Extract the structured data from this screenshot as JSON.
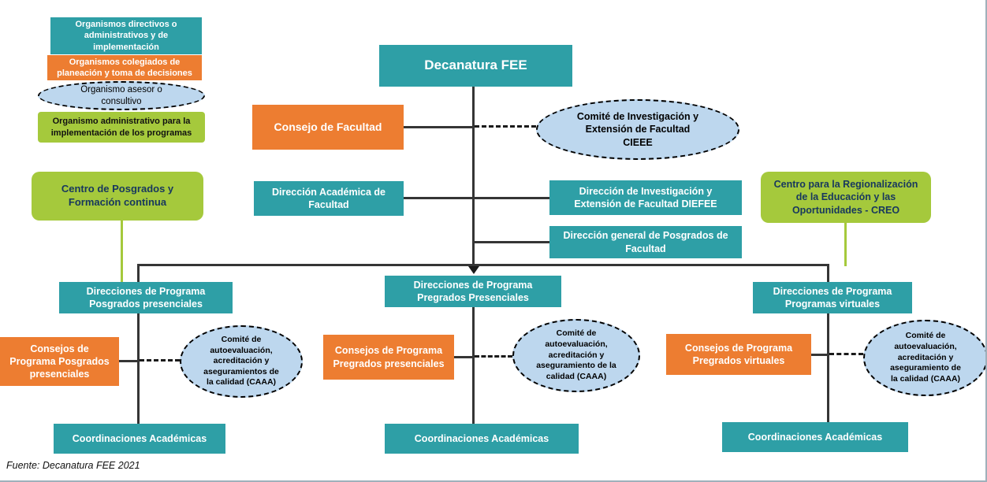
{
  "colors": {
    "teal": "#2E9FA6",
    "orange": "#ED7D31",
    "green": "#A5C93C",
    "ellipse_fill": "#BDD7EE",
    "line": "#353535"
  },
  "legend": {
    "directive": "Organismos directivos o\nadministrativos y de\nimplementación",
    "collegiate": "Organismos colegiados de\nplaneación y toma de decisiones",
    "advisory": "Organismo asesor o\nconsultivo",
    "administrative": "Organismo administrativo para la\nimplementación de los programas"
  },
  "chart": {
    "decanatura": "Decanatura FEE",
    "consejo_facultad": "Consejo de Facultad",
    "cieee": "Comité de Investigación y\nExtensión de Facultad\nCIEEE",
    "direccion_academica": "Dirección Académica de\nFacultad",
    "diefee": "Dirección de Investigación y\nExtensión de Facultad DIEFEE",
    "direccion_posgrados": "Dirección general de Posgrados de\nFacultad",
    "centro_posgrados": "Centro de Posgrados y\nFormación continua",
    "creo": "Centro para la Regionalización\nde la Educación y las\nOportunidades - CREO"
  },
  "branches": [
    {
      "direcciones": "Direcciones de Programa\nPosgrados presenciales",
      "consejos": "Consejos de\nPrograma Posgrados\npresenciales",
      "comite": "Comité de\nautoevaluación,\nacreditación y\naseguramientos de\nla calidad (CAAA)",
      "coordinaciones": "Coordinaciones Académicas"
    },
    {
      "direcciones": "Direcciones de Programa\nPregrados Presenciales",
      "consejos": "Consejos de Programa\nPregrados presenciales",
      "comite": "Comité de\nautoevaluación,\nacreditación y\naseguramiento de la\ncalidad (CAAA)",
      "coordinaciones": "Coordinaciones Académicas"
    },
    {
      "direcciones": "Direcciones de Programa\nProgramas virtuales",
      "consejos": "Consejos de Programa\nPregrados virtuales",
      "comite": "Comité de\nautoevaluación,\nacreditación y\naseguramiento de\nla calidad (CAAA)",
      "coordinaciones": "Coordinaciones Académicas"
    }
  ],
  "footer": "Fuente: Decanatura FEE 2021"
}
